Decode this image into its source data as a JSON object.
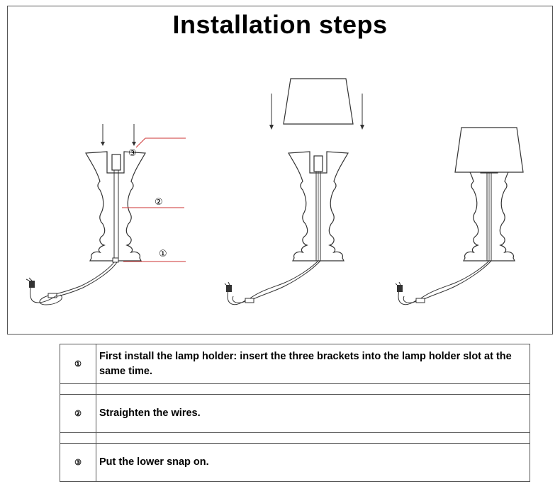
{
  "title": "Installation steps",
  "callouts": {
    "one": "①",
    "two": "②",
    "three": "③"
  },
  "steps": [
    {
      "num": "①",
      "text": "First install the lamp holder: insert the three brackets into the lamp holder slot at the same time."
    },
    {
      "num": "②",
      "text": "Straighten the wires."
    },
    {
      "num": "③",
      "text": "Put the lower snap on."
    }
  ],
  "colors": {
    "leader_line": "#cc3333",
    "outline": "#333333"
  }
}
